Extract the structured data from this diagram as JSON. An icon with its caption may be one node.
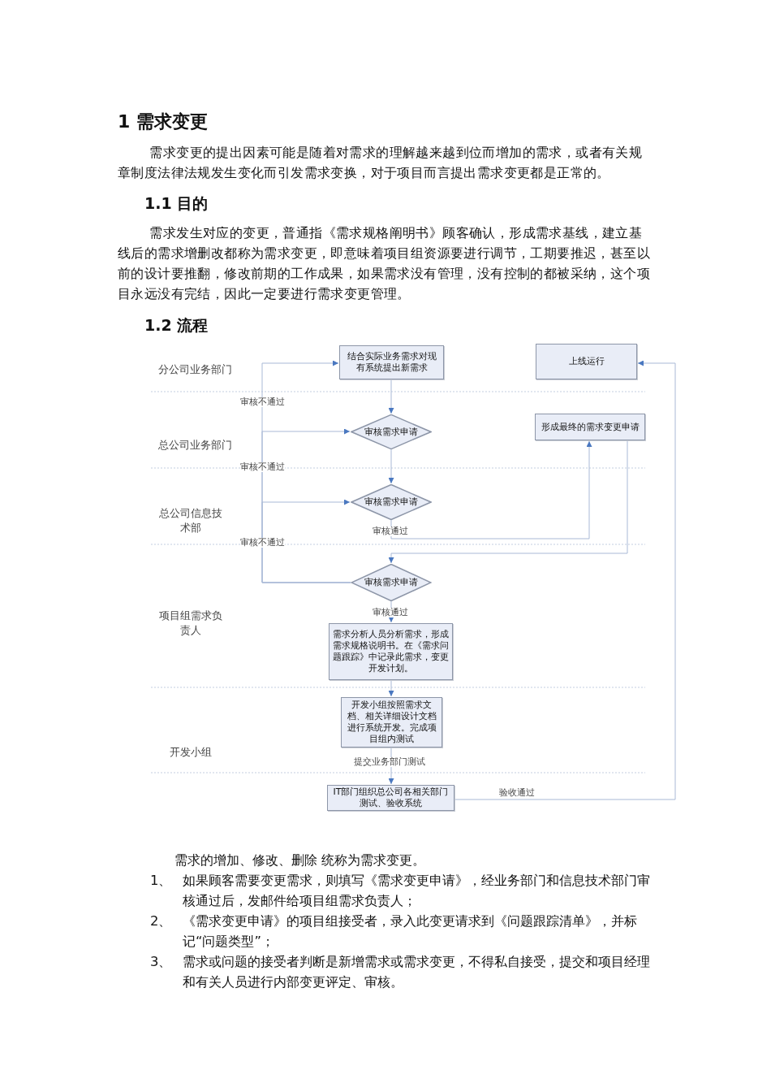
{
  "diagram": {
    "title": "1 需求变更",
    "nodes": [
      {
        "text": [
          "结合实际业务需求对现有系统提出新需求"
        ]
      },
      {
        "text": [
          "上线运行"
        ]
      },
      {
        "text": [
          "审核需求申请"
        ]
      },
      {
        "text": [
          "形成最终的需求变更申请"
        ]
      },
      {
        "text": [
          "审核需求申请"
        ]
      },
      {
        "text": [
          "审核需求申请"
        ]
      },
      {
        "text": [
          "需求分析人员分析需求，形成需求规格说明书。在《需求问题跟踪》中记录此需求，变更开发计划。"
        ]
      },
      {
        "text": [
          "开发小组按照需求文档、相关详细设计文档进行系统开发。完成项目组内测试"
        ]
      },
      {
        "text": [
          "IT部门组织总公司各相关部门测试、验收系统"
        ]
      }
    ],
    "edges": [
      {
        "from": 0,
        "to": 2,
        "arrow": "to"
      },
      {
        "from": 2,
        "to": 4,
        "arrow": "to"
      },
      {
        "from": 4,
        "to": 3,
        "arrow": "to",
        "label": "审核通过"
      },
      {
        "from": 3,
        "to": 5,
        "arrow": "to"
      },
      {
        "from": 5,
        "to": 6,
        "arrow": "to",
        "label": "审核通过"
      },
      {
        "from": 6,
        "to": 7,
        "arrow": "to"
      },
      {
        "from": 7,
        "to": 8,
        "arrow": "to",
        "label": "提交业务部门测试"
      },
      {
        "from": 8,
        "to": 1,
        "arrow": "to",
        "label": "验收通过"
      },
      {
        "from": 5,
        "to": 4,
        "arrow": "to",
        "label": "审核不通过"
      },
      {
        "from": 5,
        "to": 2,
        "arrow": "to",
        "label": "审核不通过"
      },
      {
        "from": 5,
        "to": 0,
        "arrow": "to",
        "label": "审核不通过"
      }
    ],
    "labels": [
      "需求变更的提出因素可能是随着对需求的理解越来越到位而增加的需求，或者有关规章制度法律法规发生变化而引发需求变换，对于项目而言提出需求变更都是正常的。",
      "1.1 目的",
      "需求发生对应的变更，普通指《需求规格阐明书》顾客确认，形成需求基线，建立基线后的需求增删改都称为需求变更，即意味着项目组资源要进行调节，工期要推迟，甚至以前的设计要推翻，修改前期的工作成果，如果需求没有管理，没有控制的都被采纳，这个项目永远没有完结，因此一定要进行需求变更管理。",
      "1.2 流程",
      "分公司业务部门",
      "总公司业务部门",
      "总公司信息技术部",
      "项目组需求负责人",
      "开发小组",
      "需求的增加、修改、删除 统称为需求变更。",
      "1、",
      "如果顾客需要变更需求，则填写《需求变更申请》，经业务部门和信息技术部门审核通过后，发邮件给项目组需求负责人；",
      "2、",
      "《需求变更申请》的项目组接受者，录入此变更请求到《问题跟踪清单》，并标记“问题类型”；",
      "3、",
      "需求或问题的接受者判断是新增需求或需求变更，不得私自接受，提交和项目经理和有关人员进行内部变更评定、审核。"
    ]
  }
}
